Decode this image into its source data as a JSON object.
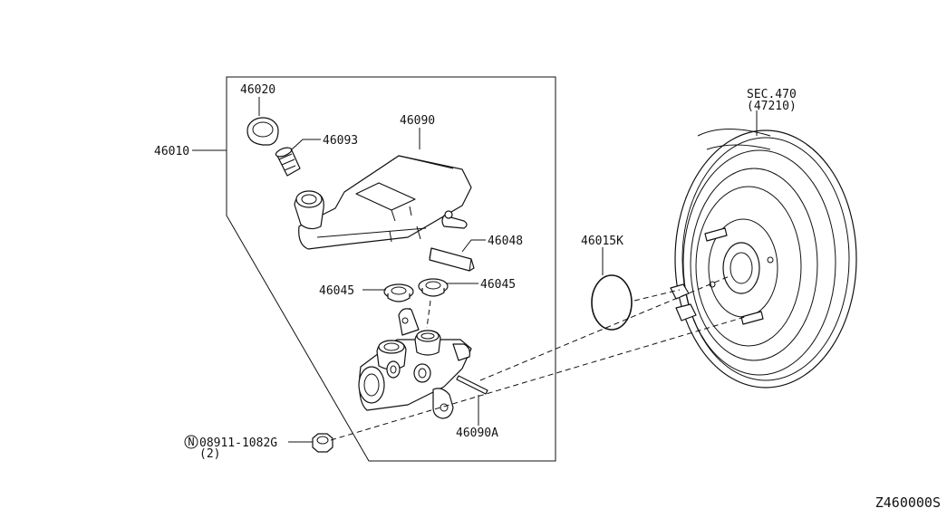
{
  "labels": {
    "assembly": "46010",
    "cap": "46020",
    "strainer": "46093",
    "reservoir": "46090",
    "hose_connector": "46048",
    "grommet_left": "46045",
    "grommet_right": "46045",
    "pin": "46090A",
    "o_ring": "46015K",
    "nut_symbol": "N",
    "nut_part": "08911-1082G",
    "nut_qty": "(2)",
    "booster_section": "SEC.470",
    "booster_part": "(47210)",
    "diagram_code": "Z460000S"
  }
}
